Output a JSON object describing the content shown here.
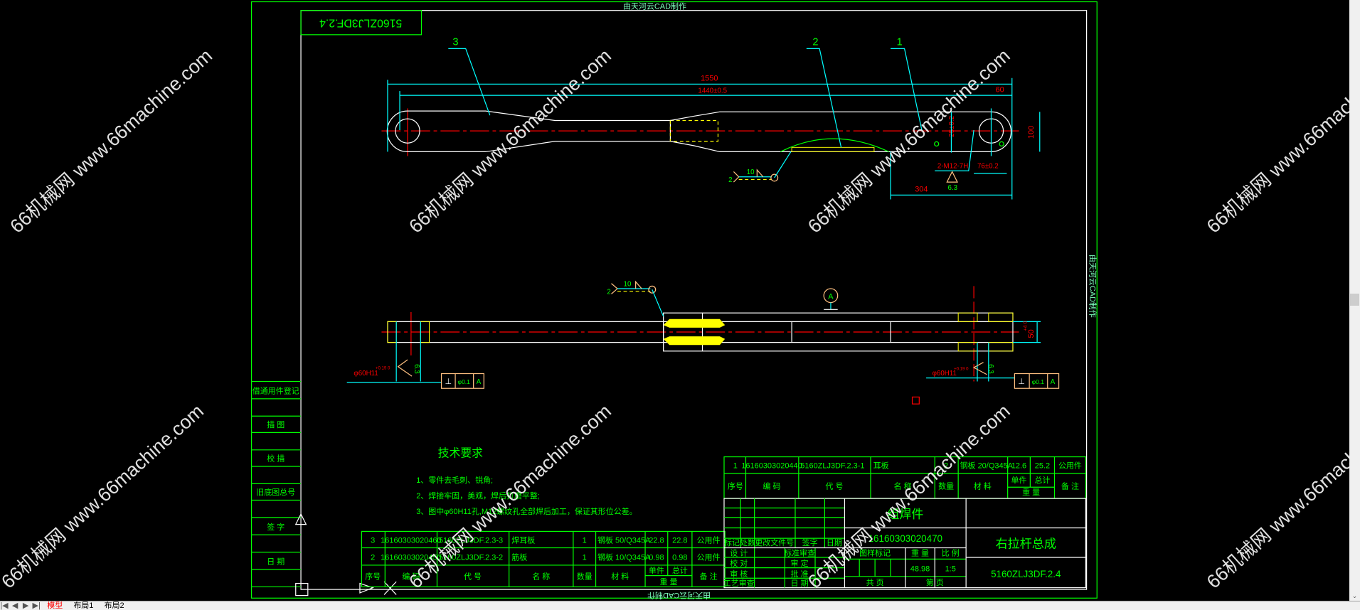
{
  "notes": {
    "top": "由天河云CAD制作",
    "side": "由天河云CAD制作",
    "bottom": "由天河云CAD制作"
  },
  "drawing_number_mirrored": "5160ZLJ3DF.2.4",
  "watermark": "66机械网 www.66machine.com",
  "balloons": [
    "3",
    "2",
    "1"
  ],
  "dimensions": {
    "overall": "1550",
    "hole_center": "1440±0.5",
    "end_offset": "60",
    "offset_25": "25±0.2",
    "thread": "2-M12-7H",
    "spacing_76": "76±0.2",
    "dist_304": "304",
    "height_100": "100",
    "roughness_top": "6.3",
    "roughness_left": "6.3",
    "roughness_right": "6.3",
    "bore_left": "φ60H11",
    "bore_left_tol": "+0.19 0",
    "bore_right": "φ60H11",
    "bore_right_tol": "+0.19 0",
    "width_50": "50",
    "width_50_tol": "+4 0"
  },
  "weld_top": {
    "count": "2",
    "size": "10"
  },
  "weld_bottom": {
    "count": "2",
    "size": "10"
  },
  "datum": "A",
  "gtol_left": {
    "symbol": "⊥",
    "value": "φ0.1",
    "datum": "A"
  },
  "gtol_right": {
    "symbol": "⊥",
    "value": "φ0.1",
    "datum": "A"
  },
  "side_column": [
    "借通用件登记",
    "描 图",
    "校 描",
    "旧底图总号",
    "签 字",
    "日 期"
  ],
  "tech": {
    "title": "技术要求",
    "items": [
      "1、零件去毛刺、锐角;",
      "2、焊接牢固，美观，焊后打磨平整;",
      "3、图中φ60H11孔,M12螺纹孔全部焊后加工，保证其形位公差。"
    ]
  },
  "bom_headers": {
    "seq": "序号",
    "code": "编 码",
    "drawing": "代 号",
    "name": "名 称",
    "qty": "数量",
    "material": "材 料",
    "unit": "单件",
    "total": "总计",
    "weight": "重 量",
    "remark": "备 注"
  },
  "bom_top": [
    {
      "seq": "1",
      "code": "16160303020440",
      "drawing": "5160ZLJ3DF.2.3-1",
      "name": "耳板",
      "qty": "2",
      "material": "钢板 20/Q345A",
      "unit": "12.6",
      "total": "25.2",
      "remark": "公用件"
    }
  ],
  "bom_bottom": [
    {
      "seq": "3",
      "code": "16160303020460",
      "drawing": "5160ZLJ3DF.2.3-3",
      "name": "焊耳板",
      "qty": "1",
      "material": "钢板 50/Q345A",
      "unit": "22.8",
      "total": "22.8",
      "remark": "公用件"
    },
    {
      "seq": "2",
      "code": "16160303020450",
      "drawing": "5160ZLJ3DF.2.3-2",
      "name": "筋板",
      "qty": "1",
      "material": "钢板 10/Q345A",
      "unit": "0.98",
      "total": "0.98",
      "remark": "公用件"
    }
  ],
  "title_block": {
    "rev_headers": [
      "标记",
      "处数",
      "更改文件号",
      "签字",
      "日期"
    ],
    "sign_left": [
      "设 计",
      "校 对",
      "审 核",
      "工艺审查"
    ],
    "sign_right": [
      "标准审查",
      "审 定",
      "批 准",
      "日 期"
    ],
    "part_type": "组焊件",
    "part_code": "16160303020470",
    "mark_label": "图样标记",
    "weight_label": "重 量",
    "scale_label": "比 例",
    "weight": "48.98",
    "scale": "1:5",
    "sheets_total": "共 页",
    "sheet_no": "第 页",
    "title": "右拉杆总成",
    "drawing_no": "5160ZLJ3DF.2.4"
  },
  "tabs": [
    "模型",
    "布局1",
    "布局2"
  ],
  "colors": {
    "background": "#000000",
    "frame": "#00ff00",
    "centerline": "#ff0000",
    "dimension": "#00ffff",
    "text": "#00ff00"
  }
}
